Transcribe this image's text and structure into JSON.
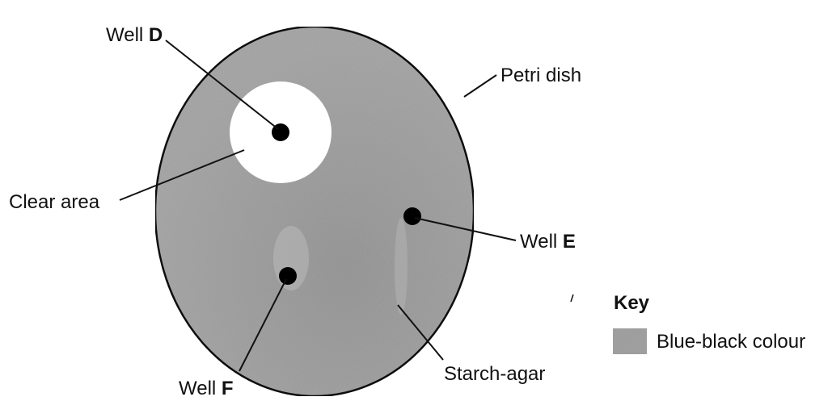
{
  "labels": {
    "well_d": {
      "prefix": "Well ",
      "letter": "D"
    },
    "well_e": {
      "prefix": "Well ",
      "letter": "E"
    },
    "well_f": {
      "prefix": "Well ",
      "letter": "F"
    },
    "petri_dish": "Petri dish",
    "clear_area": "Clear area",
    "starch_agar": "Starch-agar"
  },
  "key": {
    "title": "Key",
    "items": [
      {
        "label": "Blue-black colour",
        "color": "#a3a3a3"
      }
    ]
  },
  "colors": {
    "agar": "#a6a6a6",
    "agar_dark": "#939393",
    "clear": "#ffffff",
    "well": "#000000",
    "line": "#111111"
  }
}
